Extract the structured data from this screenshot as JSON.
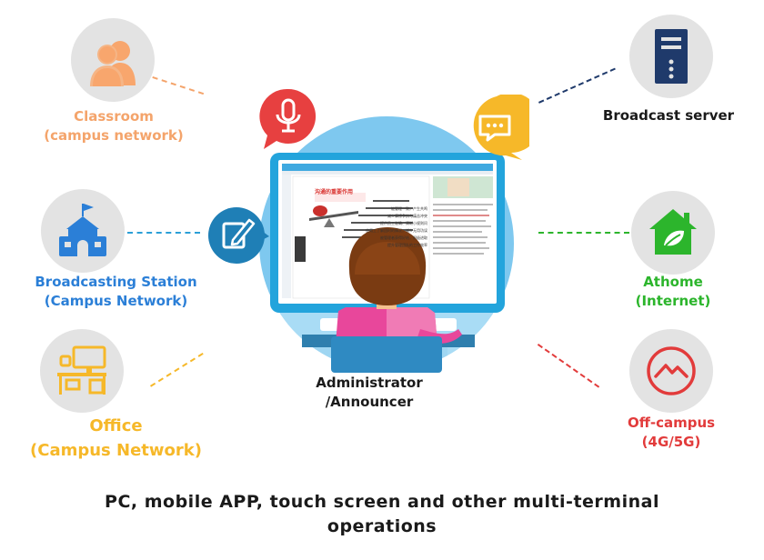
{
  "nodes": {
    "classroom": {
      "line1": "Classroom",
      "line2": "(campus network)",
      "color": "#f4a46b"
    },
    "broadcasting_station": {
      "line1": "Broadcasting Station",
      "line2": "(Campus Network)",
      "color": "#2b7fd7"
    },
    "office": {
      "line1": "Office",
      "line2": "(Campus Network)",
      "color": "#f6b829"
    },
    "broadcast_server": {
      "line1": "Broadcast server",
      "color": "#1a1a1a"
    },
    "at_home": {
      "line1": "Athome",
      "line2": "(Internet)",
      "color": "#2cb52c"
    },
    "off_campus": {
      "line1": "Off-campus",
      "line2": "(4G/5G)",
      "color": "#e23b3b"
    }
  },
  "center": {
    "line1": "Administrator",
    "line2": "/Announcer"
  },
  "caption": {
    "line1": "PC, mobile APP, touch screen and other multi-terminal",
    "line2": "operations"
  },
  "slide": {
    "title": "沟通的重要作用",
    "lines": [
      "能管理一致，产生共鸣",
      "减少摩擦争执与痛苦冲突",
      "提供员工准确、清晰小规则问",
      "使用工了解团时的情况，减少无用功误",
      "被管理者获得好结，积极进取",
      "提升管理团队的工作效率"
    ]
  }
}
